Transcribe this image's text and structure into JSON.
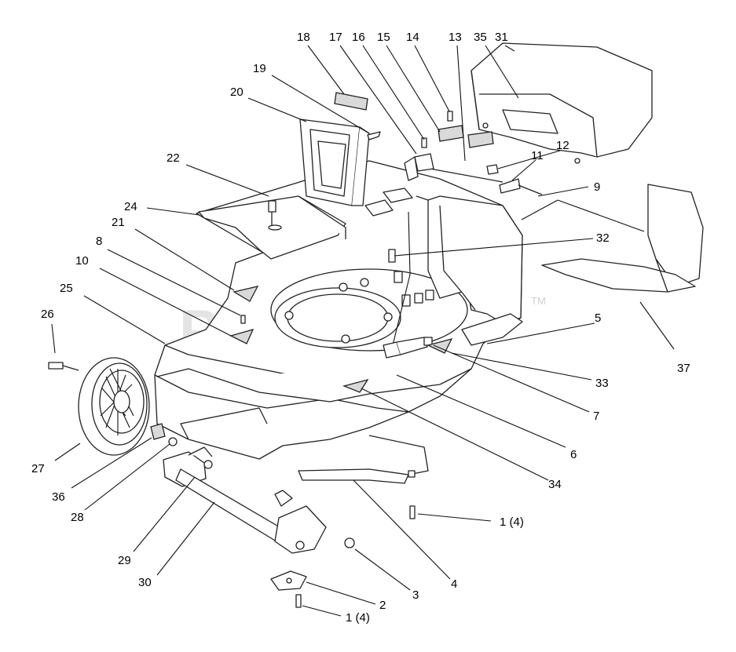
{
  "watermark": {
    "text": "PartsTree",
    "trademark": "TM"
  },
  "callouts": {
    "c18": "18",
    "c17": "17",
    "c16": "16",
    "c15": "15",
    "c14": "14",
    "c13": "13",
    "c35": "35",
    "c31": "31",
    "c19": "19",
    "c20": "20",
    "c12": "12",
    "c11": "11",
    "c9": "9",
    "c22": "22",
    "c24": "24",
    "c32": "32",
    "c21": "21",
    "c8": "8",
    "c10": "10",
    "c25": "25",
    "c26": "26",
    "c5": "5",
    "c37": "37",
    "c33": "33",
    "c7": "7",
    "c6": "6",
    "c34": "34",
    "c27": "27",
    "c36": "36",
    "c28": "28",
    "c1a": "1 (4)",
    "c29": "29",
    "c30": "30",
    "c4": "4",
    "c3": "3",
    "c2": "2",
    "c1b": "1 (4)"
  }
}
